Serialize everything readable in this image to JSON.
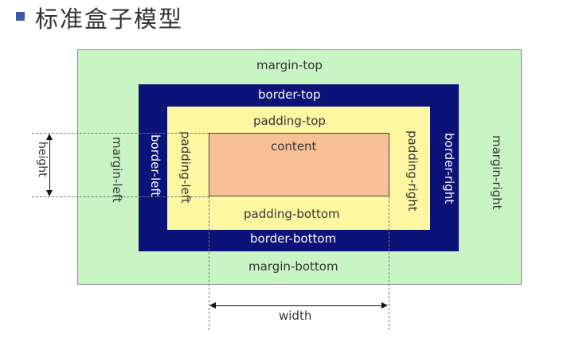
{
  "title": "标准盒子模型",
  "boxes": {
    "margin": {
      "top": "margin-top",
      "bottom": "margin-bottom",
      "left": "margin-left",
      "right": "margin-right",
      "color": "#c9f5c4"
    },
    "border": {
      "top": "border-top",
      "bottom": "border-bottom",
      "left": "border-left",
      "right": "border-right",
      "color": "#0c1378"
    },
    "padding": {
      "top": "padding-top",
      "bottom": "padding-bottom",
      "left": "padding-left",
      "right": "padding-right",
      "color": "#fef7a2"
    },
    "content": {
      "label": "content",
      "color": "#f7c096"
    }
  },
  "dimensions": {
    "height": "height",
    "width": "width"
  },
  "icons": {
    "bullet": "square-bullet-icon"
  }
}
